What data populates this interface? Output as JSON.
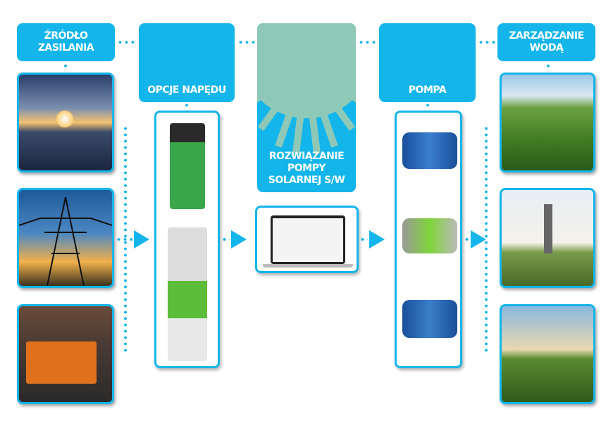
{
  "columns": {
    "power_source": {
      "title": "ŹRÓDŁO ZASILANIA",
      "items": [
        "solar-panels",
        "power-grid",
        "generator"
      ]
    },
    "drive_options": {
      "title": "OPCJE NAPĘDU"
    },
    "software": {
      "title": "ROZWIĄZANIE POMPY SOLARNEJ S/W"
    },
    "pump": {
      "title": "POMPA"
    },
    "water_management": {
      "title": "ZARZĄDZANIE WODĄ",
      "items": [
        "sprinkler-field",
        "water-tower",
        "center-pivot-irrigation"
      ]
    }
  },
  "colors": {
    "accent": "#14b5ea",
    "sun": "#8ec9b8"
  }
}
